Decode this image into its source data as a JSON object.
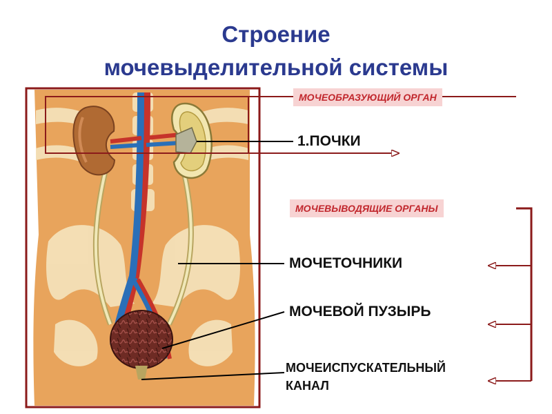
{
  "title": {
    "line1": "Строение",
    "line2": "мочевыделительной системы"
  },
  "categories": {
    "forming": "МОЧЕОБРАЗУЮЩИЙ ОРГАН",
    "excreting": "МОЧЕВЫВОДЯЩИЕ  ОРГАНЫ"
  },
  "labels": {
    "kidneys": "1.ПОЧКИ",
    "ureters": "МОЧЕТОЧНИКИ",
    "bladder": "МОЧЕВОЙ ПУЗЫРЬ",
    "urethra_line1": "МОЧЕИСПУСКАТЕЛЬНЫЙ",
    "urethra_line2": "КАНАЛ"
  },
  "colors": {
    "title": "#2b3a8f",
    "frame": "#8b1a1a",
    "skin": "#e8a45c",
    "bone": "#f4e1b8",
    "artery": "#c6332a",
    "vein": "#2a6fb8",
    "category_bg": "#f7d3d3",
    "category_text": "#c1272d"
  }
}
